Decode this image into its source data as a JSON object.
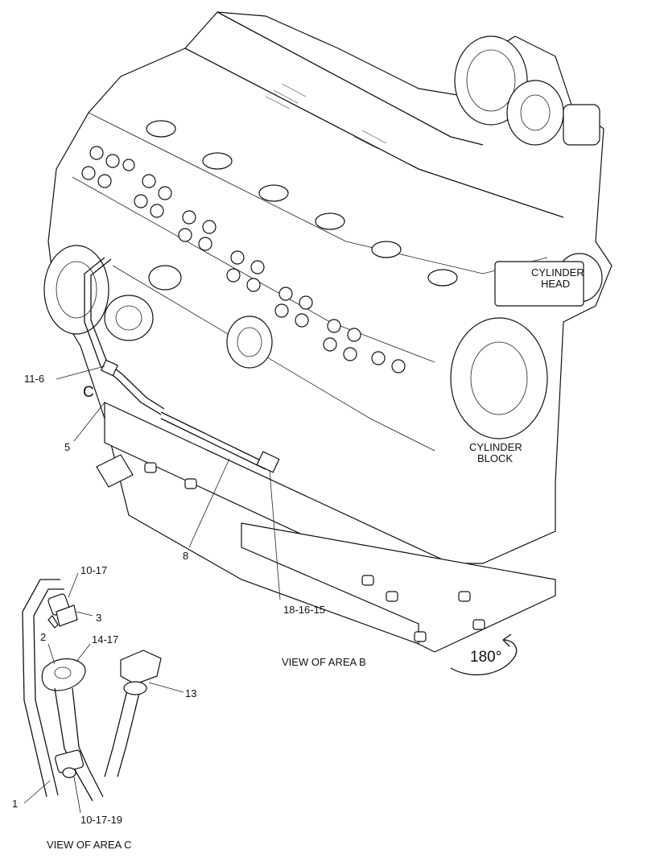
{
  "callouts": {
    "c_11_6": "11-6",
    "c_area_c": "C",
    "c_5": "5",
    "c_8": "8",
    "c_18_16_15": "18-16-15",
    "c_10_17_top": "10-17",
    "c_3": "3",
    "c_2": "2",
    "c_14_17": "14-17",
    "c_13": "13",
    "c_1": "1",
    "c_10_17_19": "10-17-19"
  },
  "area_labels": {
    "cylinder_head_line1": "CYLINDER",
    "cylinder_head_line2": "HEAD",
    "cylinder_block_line1": "CYLINDER",
    "cylinder_block_line2": "BLOCK",
    "rotation": "180°"
  },
  "captions": {
    "view_area_b": "VIEW OF AREA  B",
    "view_area_c": "VIEW OF AREA  C"
  }
}
